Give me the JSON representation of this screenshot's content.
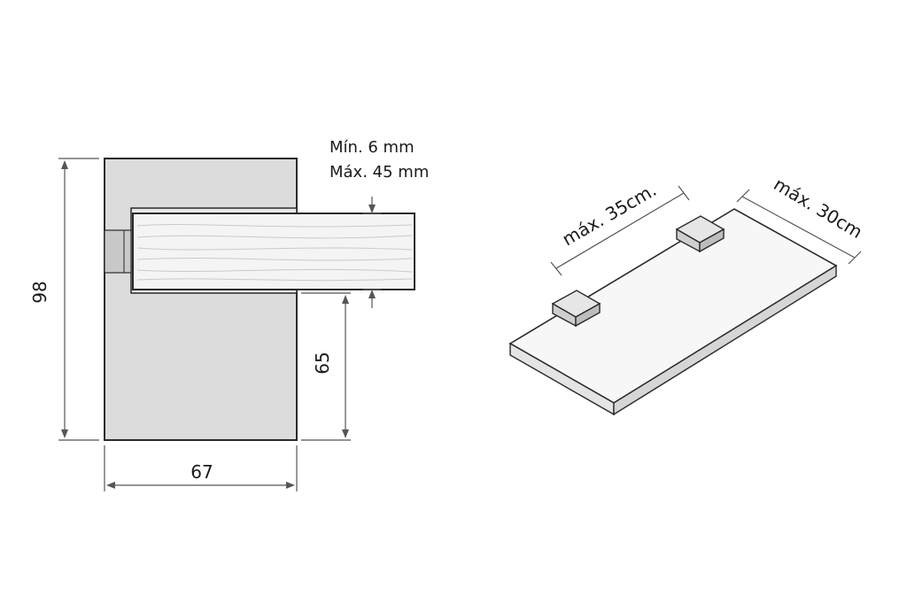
{
  "left_drawing": {
    "height_dim": "98",
    "width_dim": "67",
    "shelf_clearance_dim": "65",
    "thickness_min": "Mín. 6 mm",
    "thickness_max": "Máx. 45 mm"
  },
  "right_drawing": {
    "spacing_label": "máx. 35cm.",
    "depth_label": "máx. 30cm"
  },
  "colors": {
    "bracket_fill": "#dcdcdc",
    "shelf_fill": "#f4f4f4",
    "line": "#2a2a2a"
  }
}
